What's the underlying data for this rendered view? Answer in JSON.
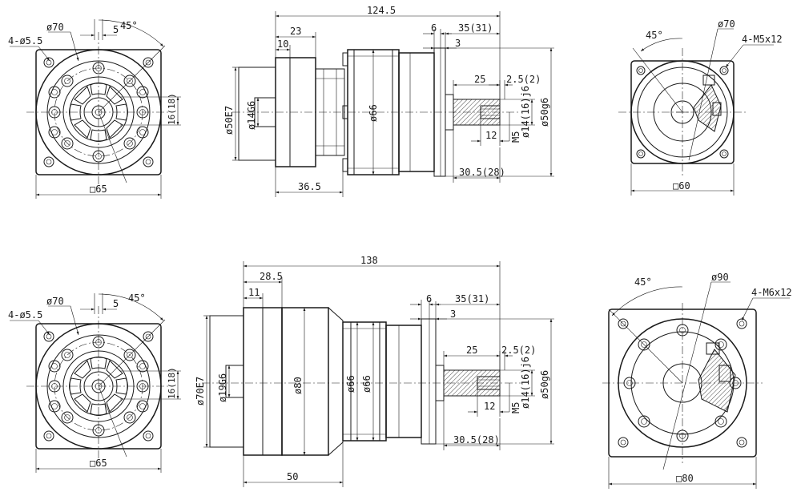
{
  "colors": {
    "line": "#1a1a1a",
    "background": "#ffffff"
  },
  "top": {
    "front": {
      "holes": "4-ø5.5",
      "pcd": "ø70",
      "angle": "45°",
      "key": "5",
      "height": "16(18)",
      "square": "□65"
    },
    "side": {
      "total": "124.5",
      "d23": "23",
      "d10": "10",
      "d6": "6",
      "d35": "35(31)",
      "d3": "3",
      "d25": "25",
      "d25b": "2.5(2)",
      "bore": "ø50E7",
      "shaft_in": "ø14G6",
      "body": "ø66",
      "shaft_out": "ø14(16)j6",
      "pilot": "ø50g6",
      "d12": "12",
      "thread": "M5",
      "d30": "30.5(28)",
      "d36": "36.5"
    },
    "back": {
      "angle": "45°",
      "pcd": "ø70",
      "holes": "4-M5x12",
      "square": "□60"
    }
  },
  "bottom": {
    "front": {
      "holes": "4-ø5.5",
      "pcd": "ø70",
      "angle": "45°",
      "key": "5",
      "height": "16(18)",
      "square": "□65"
    },
    "side": {
      "total": "138",
      "d28": "28.5",
      "d11": "11",
      "d6": "6",
      "d35": "35(31)",
      "d3": "3",
      "d25": "25",
      "d25b": "2.5(2)",
      "bore": "ø70E7",
      "shaft_in": "ø19G6",
      "d80": "ø80",
      "body1": "ø66",
      "body2": "ø66",
      "shaft_out": "ø14(16)j6",
      "pilot": "ø50g6",
      "d12": "12",
      "thread": "M5",
      "d30": "30.5(28)",
      "d50": "50"
    },
    "back": {
      "angle": "45°",
      "pcd": "ø90",
      "holes": "4-M6x12",
      "square": "□80"
    }
  }
}
